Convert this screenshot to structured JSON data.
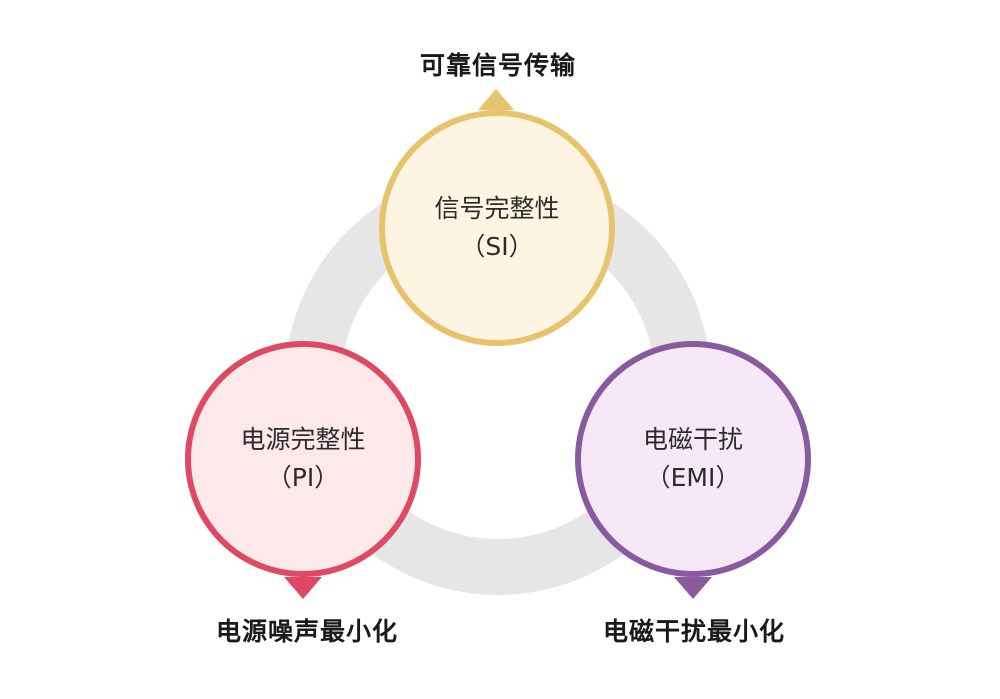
{
  "diagram": {
    "nodes": [
      {
        "id": "si",
        "name": "信号完整性",
        "abbr": "（SI）",
        "goal": "可靠信号传输",
        "stroke": "#E8C36E",
        "fill": "#FDF5E2"
      },
      {
        "id": "pi",
        "name": "电源完整性",
        "abbr": "（PI）",
        "goal": "电源噪声最小化",
        "stroke": "#DE4A63",
        "fill": "#FDE8EA"
      },
      {
        "id": "emi",
        "name": "电磁干扰",
        "abbr": "（EMI）",
        "goal": "电磁干扰最小化",
        "stroke": "#8A5A9E",
        "fill": "#F7E8F8"
      }
    ],
    "ring_color": "#E6E6E6"
  }
}
